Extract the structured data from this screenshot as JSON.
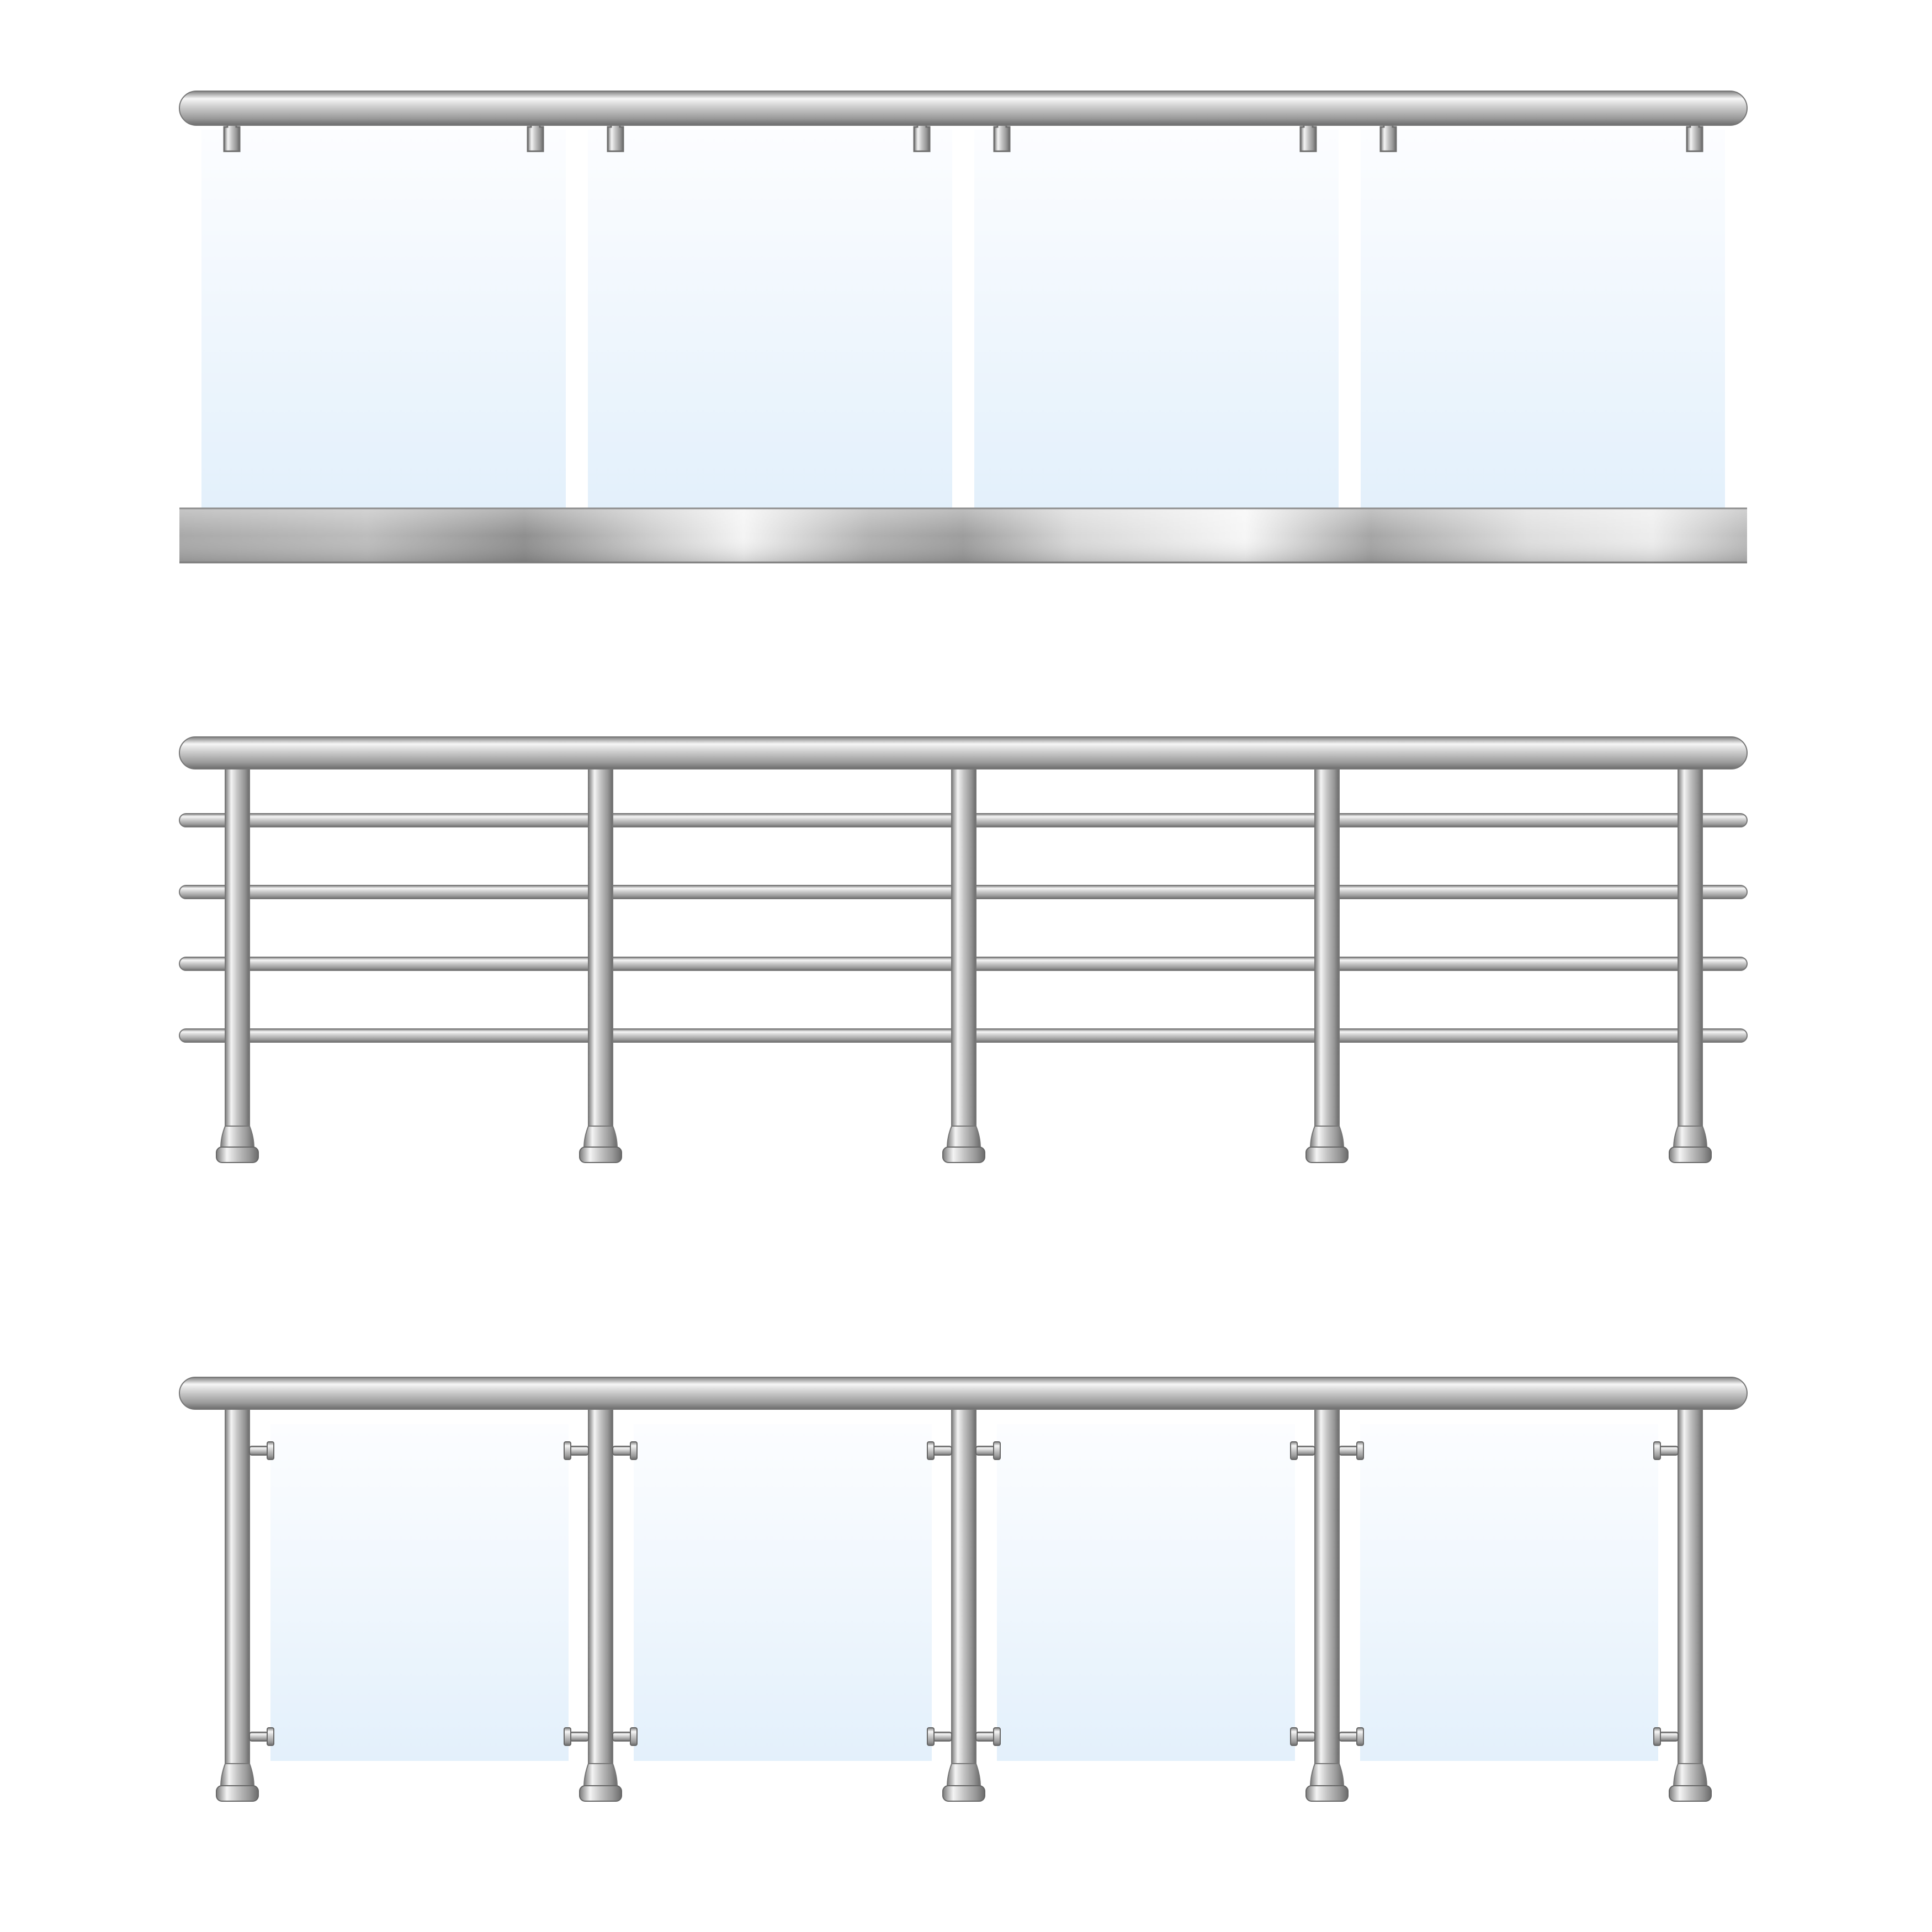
{
  "illustration": {
    "background": "#ffffff",
    "railings": [
      {
        "id": "glass-panel-railing-on-steel-base",
        "style": "frameless glass panels clamped to top handrail, polished steel base",
        "panel_count": 4
      },
      {
        "id": "multi-bar-railing",
        "style": "posts with five horizontal rails",
        "post_count": 5,
        "horizontal_bar_count": 4
      },
      {
        "id": "glass-infill-post-railing",
        "style": "posts with glass infill panels held by clamps",
        "post_count": 5,
        "panel_count": 4
      }
    ],
    "colors": {
      "steel_dark": "#8a8a8a",
      "steel_mid": "#bdbdbd",
      "steel_light": "#f4f4f4",
      "glass_top": "#fbfdff",
      "glass_bottom": "#e4f1fc"
    }
  }
}
